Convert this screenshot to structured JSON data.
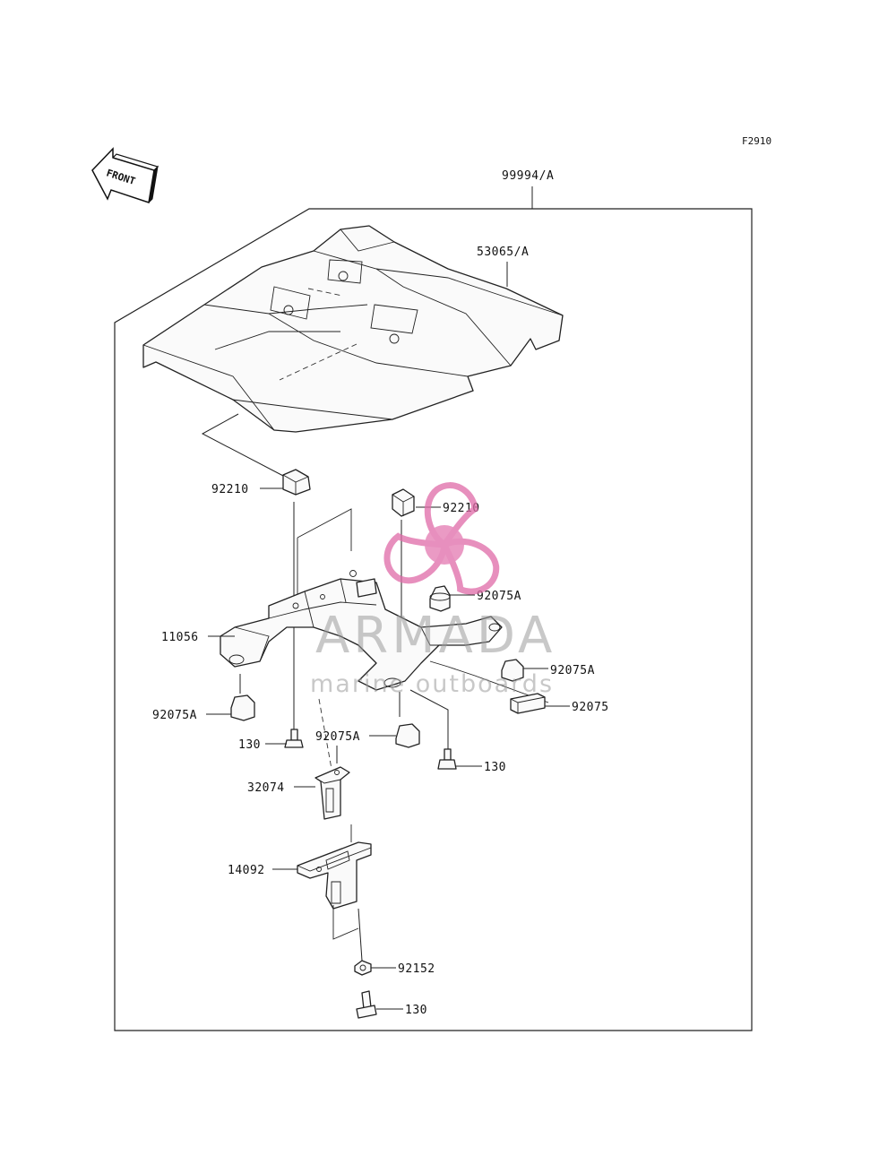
{
  "figure_code": "F2910",
  "direction_label": "FRONT",
  "watermark": {
    "brand": "ARMADA",
    "tagline": "marine outboards",
    "logo_color": "#e06aa8"
  },
  "callouts": {
    "kit": "99994/A",
    "seat_cover": "53065/A",
    "clip_left": "92210",
    "clip_right": "92210",
    "damper_upper_right": "92075A",
    "bracket": "11056",
    "damper_right": "92075A",
    "damper_left": "92075A",
    "damper_pad": "92075",
    "bolt_left": "130",
    "damper_center": "92075A",
    "bolt_right": "130",
    "stay": "32074",
    "cover_lock": "14092",
    "nut": "92152",
    "bolt_bottom": "130"
  }
}
